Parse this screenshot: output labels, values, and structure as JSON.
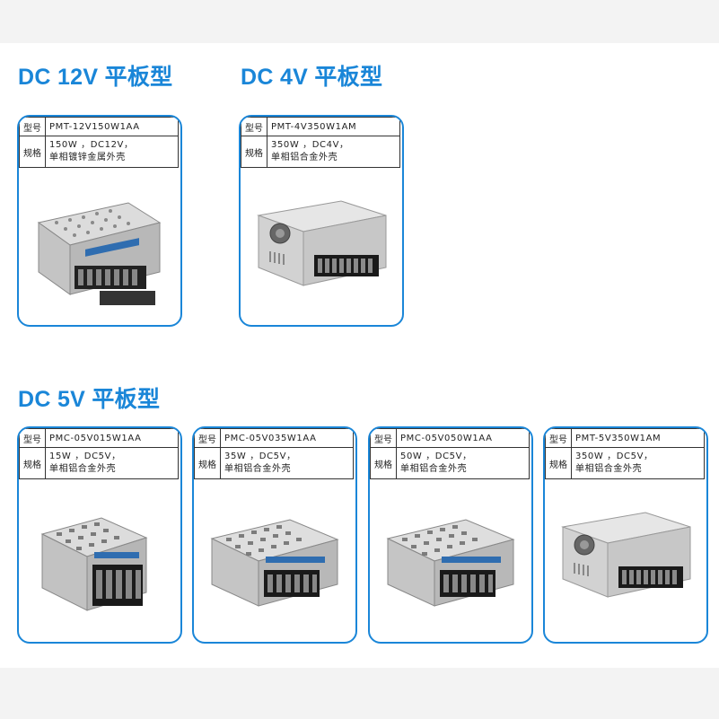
{
  "sections": [
    {
      "title": "DC 12V 平板型"
    },
    {
      "title": "DC 4V 平板型"
    },
    {
      "title": "DC 5V 平板型"
    }
  ],
  "field_labels": {
    "model": "型号",
    "spec": "规格"
  },
  "products": [
    {
      "model": "PMT-12V150W1AA",
      "spec_line1": "150W ，DC12V，",
      "spec_line2": "单相镀锌金属外壳",
      "style": "open"
    },
    {
      "model": "PMT-4V350W1AM",
      "spec_line1": "350W ，DC4V，",
      "spec_line2": "单相铝合金外壳",
      "style": "fan"
    },
    {
      "model": "PMC-05V015W1AA",
      "spec_line1": "15W ，DC5V，",
      "spec_line2": "单相铝合金外壳",
      "style": "small"
    },
    {
      "model": "PMC-05V035W1AA",
      "spec_line1": "35W ，DC5V，",
      "spec_line2": "单相铝合金外壳",
      "style": "mid"
    },
    {
      "model": "PMC-05V050W1AA",
      "spec_line1": "50W ，DC5V，",
      "spec_line2": "单相铝合金外壳",
      "style": "mid"
    },
    {
      "model": "PMT-5V350W1AM",
      "spec_line1": "350W ，DC5V，",
      "spec_line2": "单相铝合金外壳",
      "style": "fan"
    }
  ],
  "colors": {
    "accent": "#1a86d8",
    "border": "#333333",
    "band": "#f3f3f3"
  }
}
